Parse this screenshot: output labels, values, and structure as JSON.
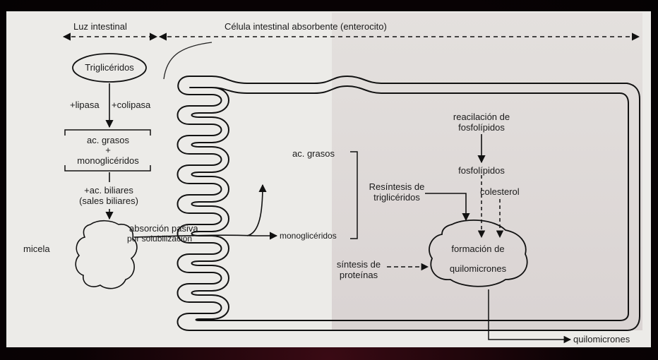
{
  "labels": {
    "luz_intestinal": "Luz intestinal",
    "celula": "Célula intestinal absorbente (enterocito)",
    "trigliceridos": "Triglicéridos",
    "lipasa": "+lipasa",
    "colipasa": "+colipasa",
    "ac_grasos_left": "ac. grasos",
    "plus": "+",
    "monogliceridos_left": "monoglicéridos",
    "ac_biliares": "+ac. biliares",
    "sales_biliares": "(sales biliares)",
    "micela": "micela",
    "absorcion_1": "absorción pasiva",
    "absorcion_2": "por solubilización",
    "ac_grasos_cell": "ac. grasos",
    "monogliceridos_cell": "monoglicéridos",
    "resintesis_1": "Resíntesis de",
    "resintesis_2": "triglicéridos",
    "reacilacion_1": "reacilación de",
    "reacilacion_2": "fosfolípidos",
    "fosfolipidos": "fosfolípidos",
    "colesterol": "colesterol",
    "formacion_1": "formación de",
    "formacion_2": "quilomicrones",
    "sintesis_1": "síntesis de",
    "sintesis_2": "proteínas",
    "quilomicrones_out": "quilomicrones"
  }
}
